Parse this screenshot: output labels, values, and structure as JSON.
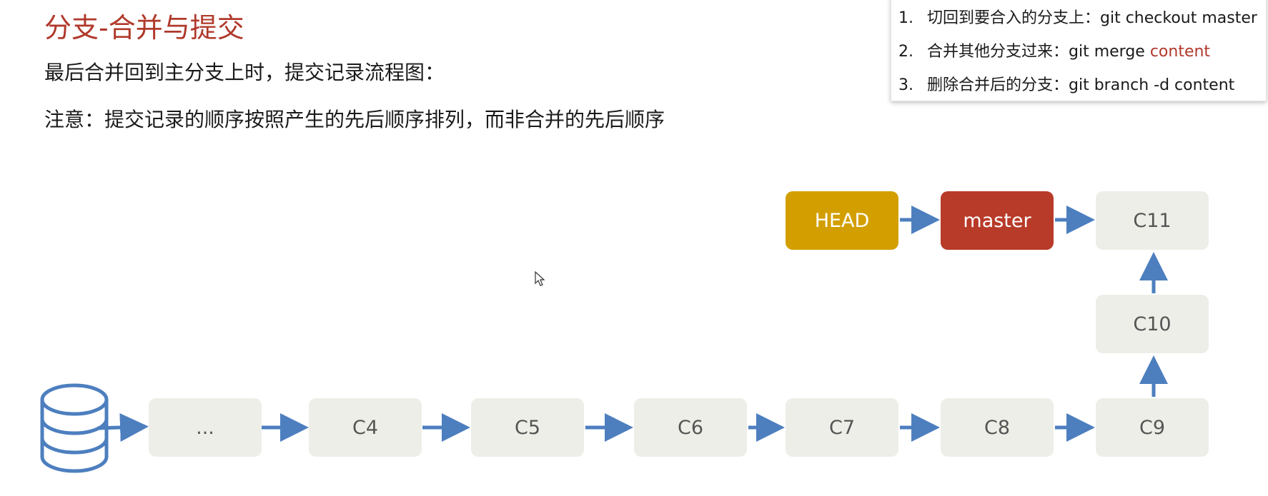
{
  "slide": {
    "title": "分支-合并与提交",
    "subtitle": "最后合并回到主分支上时，提交记录流程图：",
    "note": "注意：提交记录的顺序按照产生的先后顺序排列，而非合并的先后顺序"
  },
  "steps": [
    {
      "num": "1.",
      "text": "切回到要合入的分支上：git checkout master",
      "highlight": ""
    },
    {
      "num": "2.",
      "text": "合并其他分支过来：git merge ",
      "highlight": "content"
    },
    {
      "num": "3.",
      "text": "删除合并后的分支：git branch -d content",
      "highlight": ""
    }
  ],
  "diagram": {
    "nodes": {
      "ellipsis": "...",
      "c4": "C4",
      "c5": "C5",
      "c6": "C6",
      "c7": "C7",
      "c8": "C8",
      "c9": "C9",
      "c10": "C10",
      "c11": "C11",
      "head": "HEAD",
      "master": "master"
    },
    "colors": {
      "arrow": "#4d7fbf",
      "commit_fill": "#eeeee8",
      "head_fill": "#d39f00",
      "master_fill": "#b83a28",
      "title_color": "#b0392b",
      "database_icon": "#4d7fbf"
    }
  }
}
